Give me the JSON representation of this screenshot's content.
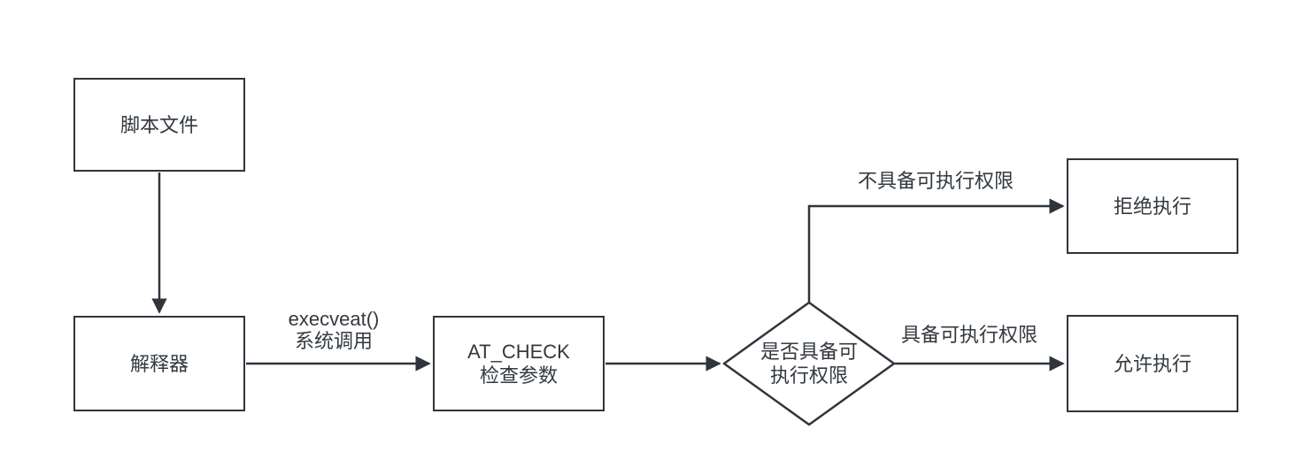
{
  "diagram": {
    "type": "flowchart",
    "background_color": "#ffffff",
    "stroke_color": "#2f353b",
    "text_color": "#33393f",
    "nodes": {
      "script_file": {
        "shape": "rectangle",
        "label": "脚本文件"
      },
      "interpreter": {
        "shape": "rectangle",
        "label": "解释器"
      },
      "at_check": {
        "shape": "rectangle",
        "label": "AT_CHECK\n检查参数"
      },
      "decision": {
        "shape": "diamond",
        "label": "是否具备可\n执行权限"
      },
      "deny": {
        "shape": "rectangle",
        "label": "拒绝执行"
      },
      "allow": {
        "shape": "rectangle",
        "label": "允许执行"
      }
    },
    "edges": [
      {
        "from": "script_file",
        "to": "interpreter",
        "label": ""
      },
      {
        "from": "interpreter",
        "to": "at_check",
        "label": "execveat()\n系统调用"
      },
      {
        "from": "at_check",
        "to": "decision",
        "label": ""
      },
      {
        "from": "decision",
        "to": "deny",
        "label": "不具备可执行权限"
      },
      {
        "from": "decision",
        "to": "allow",
        "label": "具备可执行权限"
      }
    ]
  }
}
